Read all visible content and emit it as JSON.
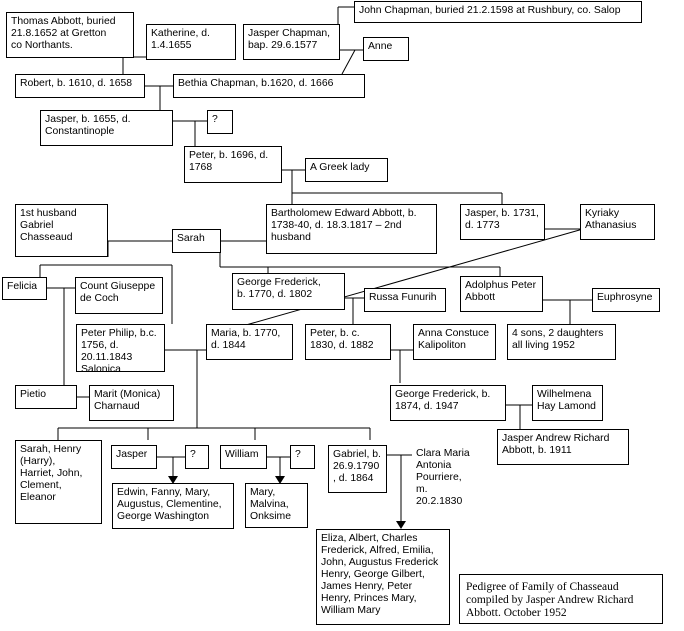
{
  "people": {
    "john_chapman": "John Chapman, buried 21.2.1598 at Rushbury, co. Salop",
    "thomas_abbott": "Thomas Abbott, buried\n21.8.1652 at Gretton\nco Northants.",
    "katherine": "Katherine, d.\n1.4.1655",
    "jasper_chapman": "Jasper Chapman,\nbap. 29.6.1577",
    "anne": "Anne",
    "robert": "Robert, b. 1610, d. 1658",
    "bethia": "Bethia Chapman, b.1620, d. 1666",
    "jasper_1655": "Jasper, b. 1655, d.\nConstantinople",
    "unknown_1": "?",
    "peter_1696": "Peter, b. 1696, d.\n1768",
    "greek_lady": "A Greek lady",
    "first_husband": "1st husband\nGabriel\nChasseaud",
    "sarah": "Sarah",
    "bartholomew": "Bartholomew Edward Abbott, b.\n1738-40, d. 18.3.1817 – 2nd\nhusband",
    "jasper_1731": "Jasper, b. 1731,\nd. 1773",
    "kyriaky": "Kyriaky\nAthanasius",
    "felicia": "Felicia",
    "count_giuseppe": "Count Giuseppe\nde Coch",
    "george_frederick_1770": "George Frederick,\nb. 1770, d. 1802",
    "russa": "Russa Funurih",
    "adolphus": "Adolphus Peter\nAbbott",
    "euphrosyne": "Euphrosyne",
    "peter_philip": "Peter Philip, b.c.\n1756, d. 20.11.1843\nSalonica",
    "maria": "Maria, b. 1770,\nd. 1844",
    "peter_1830": "Peter, b. c.\n1830, d. 1882",
    "anna": "Anna Constuce\nKalipoliton",
    "four_sons": "4 sons, 2 daughters\nall living 1952",
    "pietio": "Pietio",
    "marit": "Marit (Monica)\nCharnaud",
    "george_frederick_1874": "George Frederick, b.\n1874, d. 1947",
    "wilhelmena": "Wilhelmena\nHay Lamond",
    "jasper_andrew": "Jasper Andrew Richard\nAbbott, b. 1911",
    "sarah_henry": "Sarah, Henry\n(Harry),\nHarriet, John,\nClement,\nEleanor",
    "jasper_child": "Jasper",
    "unknown_2": "?",
    "william": "William",
    "unknown_3": "?",
    "gabriel": "Gabriel, b.\n26.9.1790\n, d. 1864",
    "clara": "Clara Maria\nAntonia\nPourriere,\nm.\n20.2.1830",
    "edwin_group": "Edwin, Fanny, Mary,\nAugustus, Clementine,\nGeorge Washington",
    "mary_group": "Mary,\nMalvina,\nOnksime",
    "eliza_group": "Eliza, Albert, Charles\nFrederick, Alfred, Emilia,\nJohn, Augustus Frederick\nHenry, George Gilbert,\nJames Henry, Peter\nHenry, Princes Mary,\nWilliam Mary"
  },
  "caption": "Pedigree of Family of Chasseaud\ncompiled by Jasper Andrew Richard\nAbbott. October 1952"
}
